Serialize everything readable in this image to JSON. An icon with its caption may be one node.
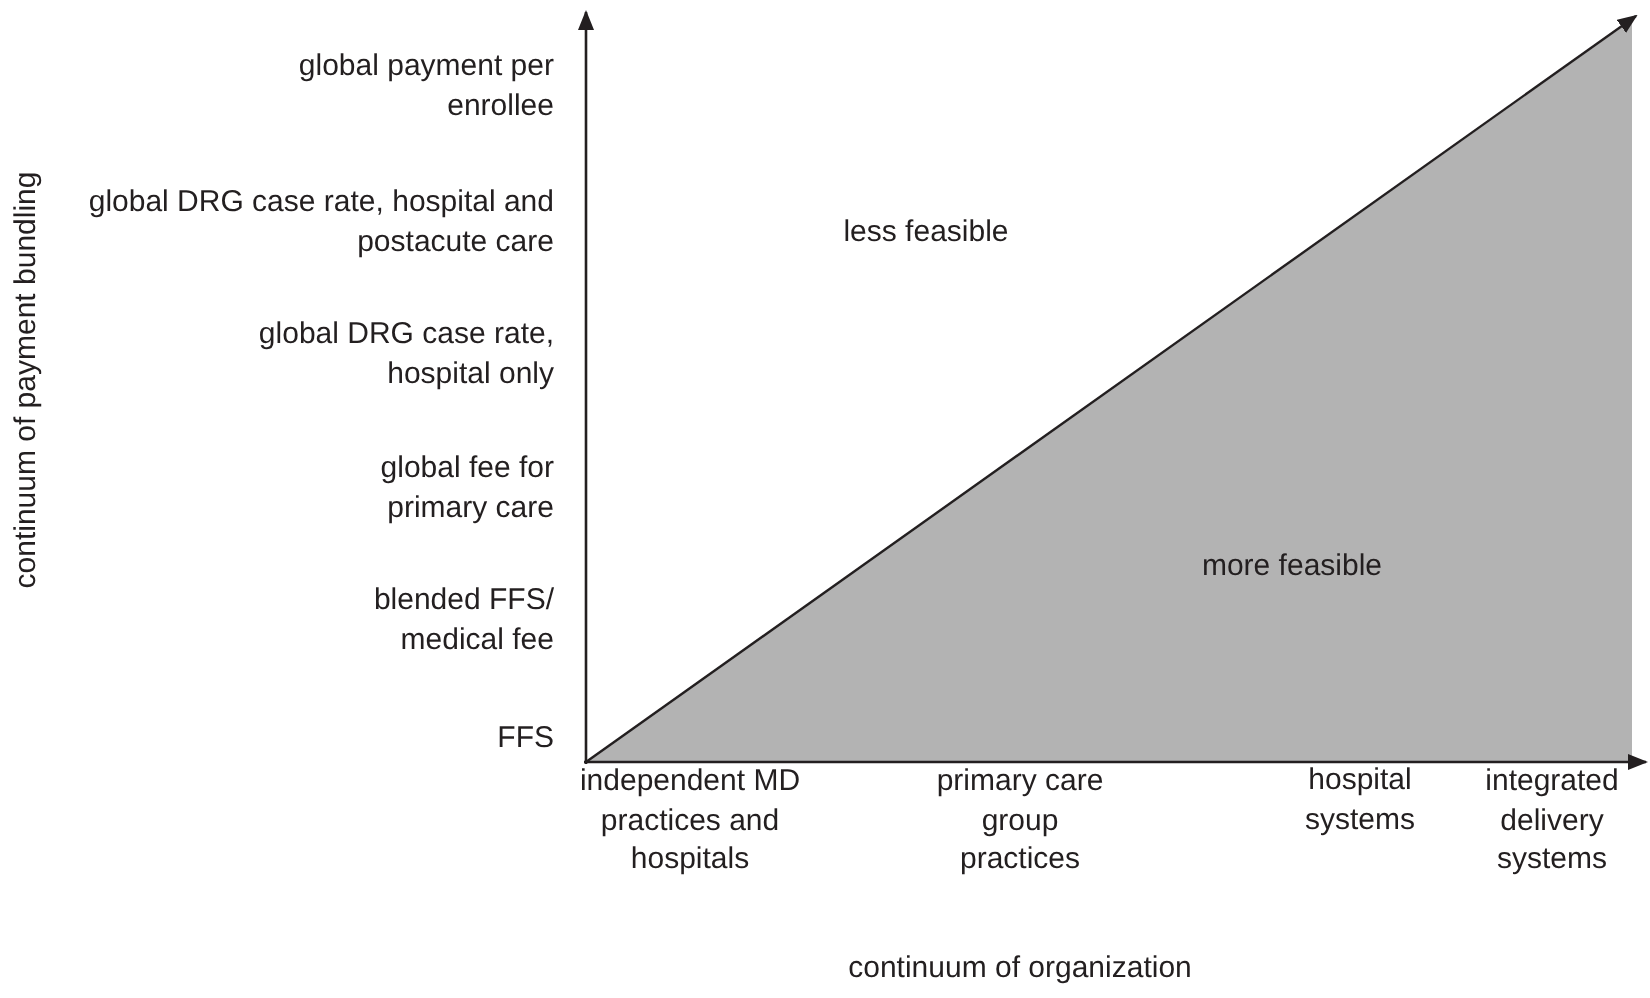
{
  "diagram": {
    "labels": [
      "continuum of payment bundling",
      "global payment per enrollee",
      "global DRG case rate, hospital and postacute care",
      "global DRG case rate, hospital only",
      "global fee for primary care",
      "blended FFS/ medical fee",
      "FFS",
      "less feasible",
      "more feasible",
      "independent MD practices and hospitals",
      "primary care group practices",
      "hospital systems",
      "integrated delivery systems",
      "continuum of organization"
    ]
  }
}
